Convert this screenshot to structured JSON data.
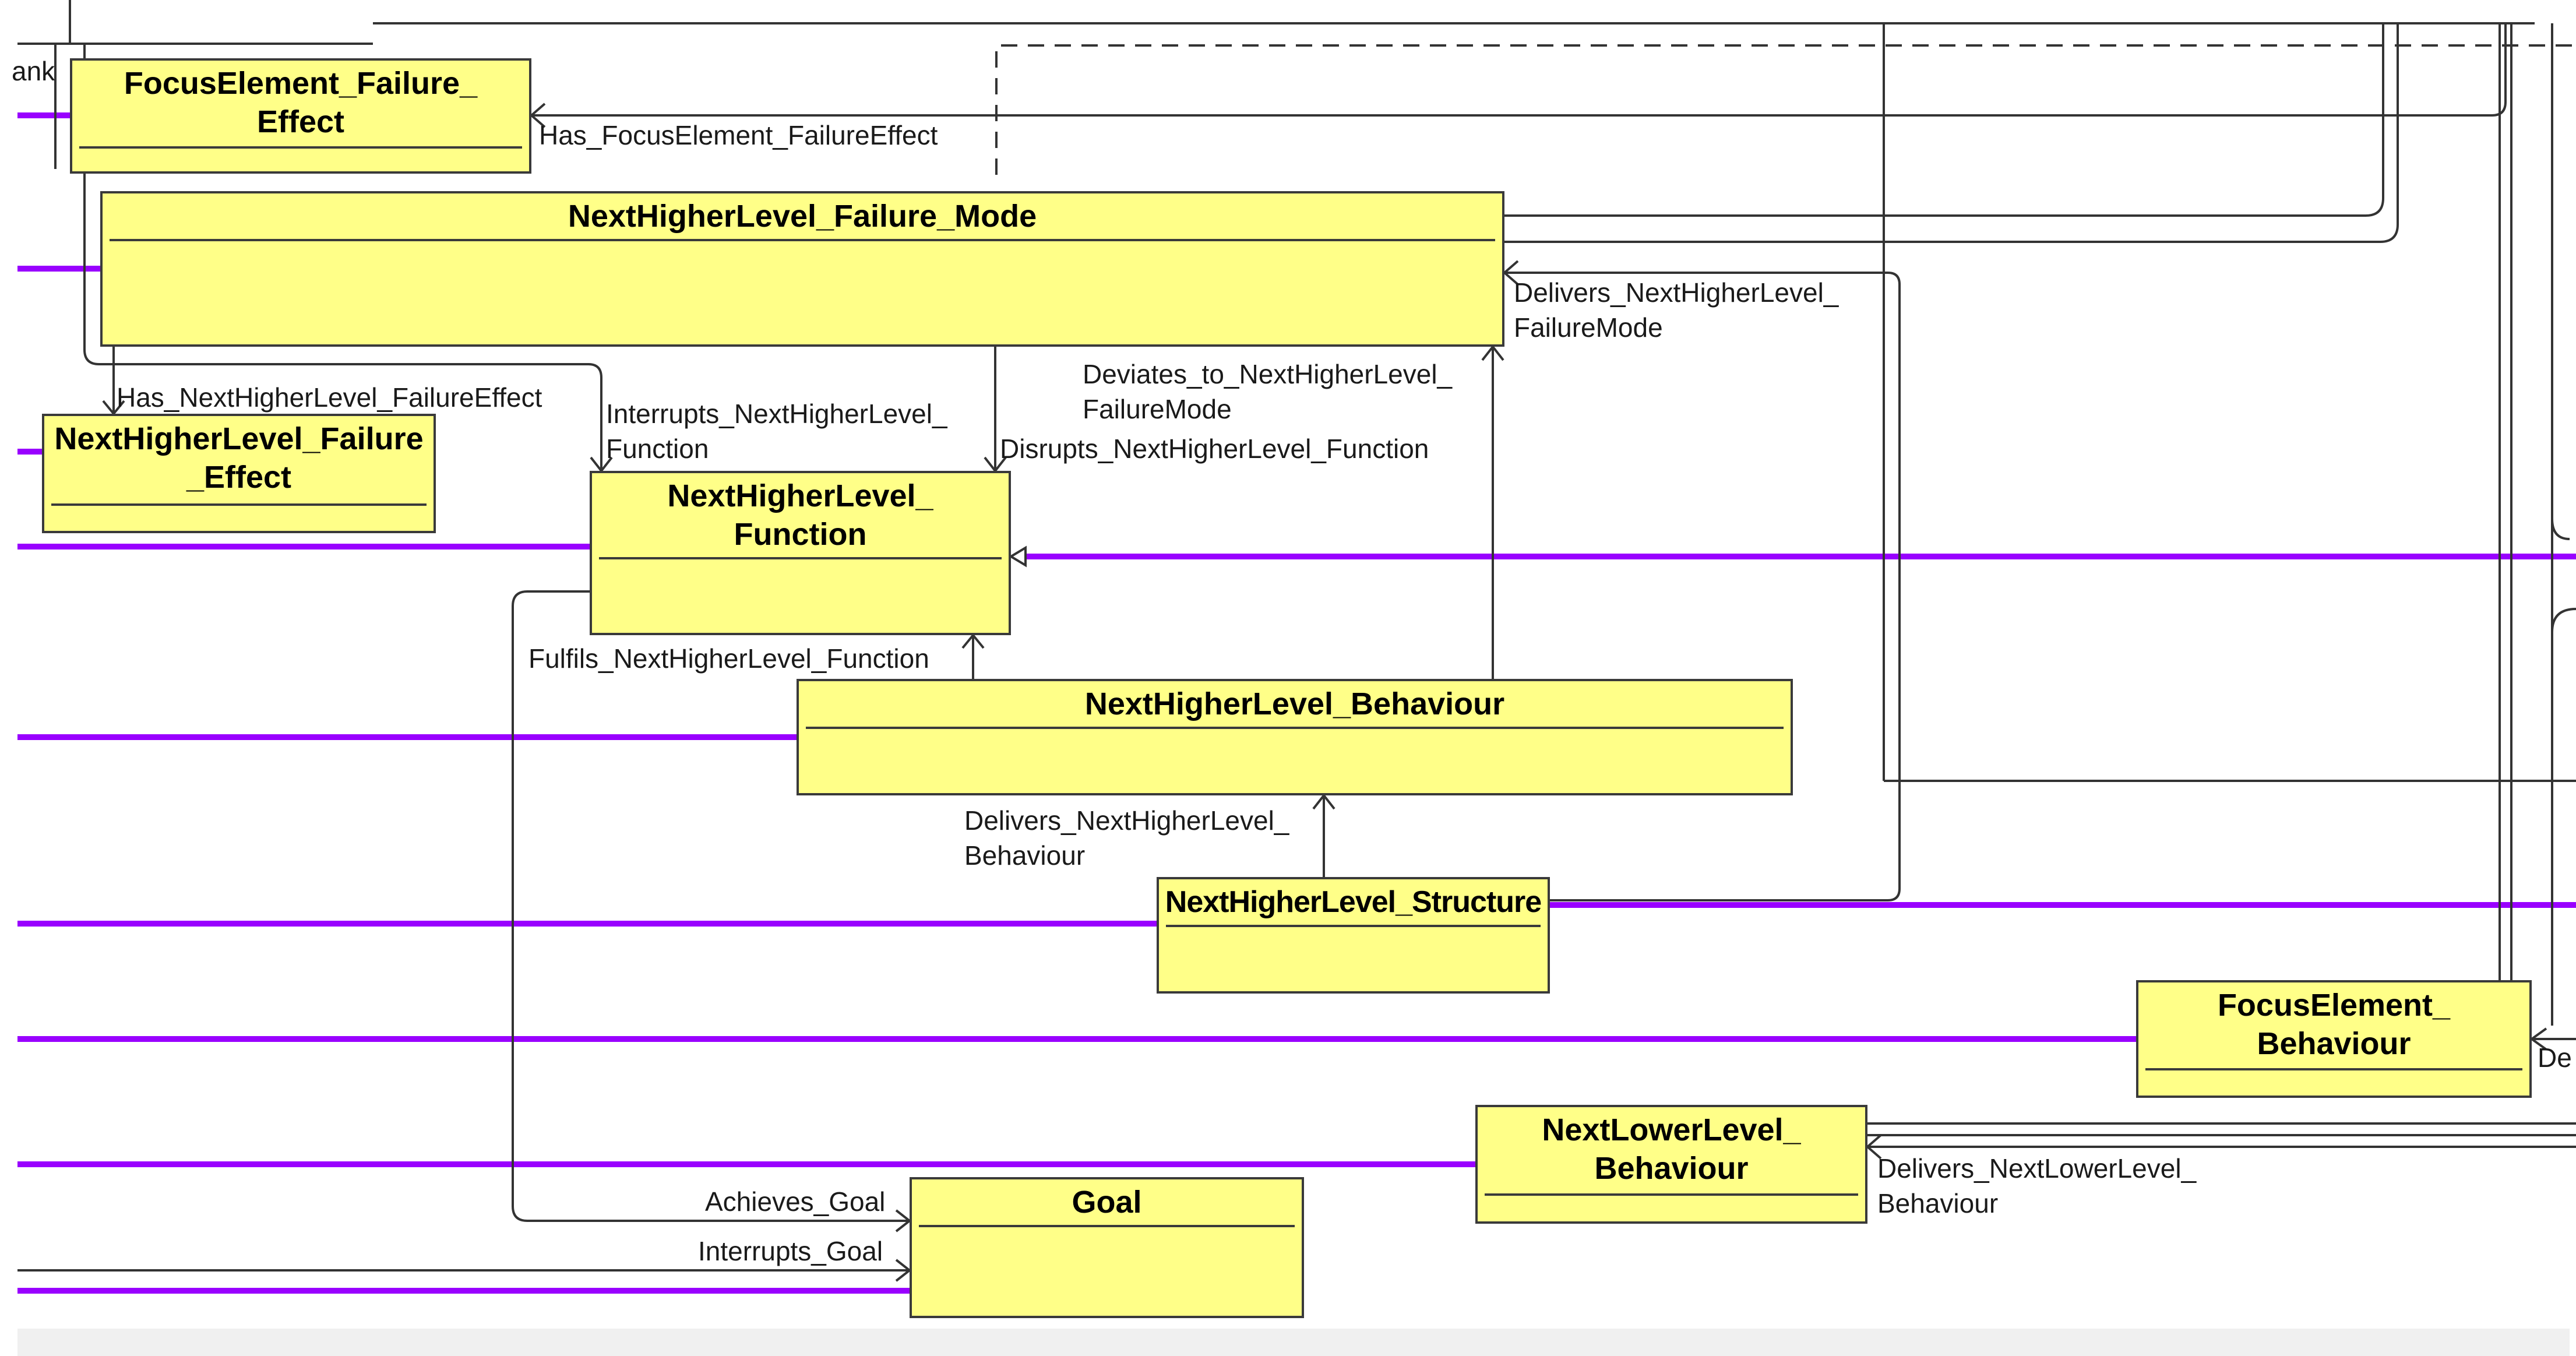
{
  "colors": {
    "class_fill": "#ffff88",
    "class_border": "#3a3a3a",
    "association_line": "#9900ff",
    "connector": "#333333"
  },
  "classes": {
    "focus_failure_effect": {
      "line1": "FocusElement_Failure_",
      "line2": "Effect"
    },
    "nhl_failure_mode": {
      "line1": "NextHigherLevel_Failure_Mode"
    },
    "nhl_failure_effect": {
      "line1": "NextHigherLevel_Failure",
      "line2": "_Effect"
    },
    "nhl_function": {
      "line1": "NextHigherLevel_",
      "line2": "Function"
    },
    "nhl_behaviour": {
      "line1": "NextHigherLevel_Behaviour"
    },
    "nhl_structure": {
      "line1": "NextHigherLevel_Structure"
    },
    "focus_behaviour": {
      "line1": "FocusElement_",
      "line2": "Behaviour"
    },
    "nll_behaviour": {
      "line1": "NextLowerLevel_",
      "line2": "Behaviour"
    },
    "goal": {
      "line1": "Goal"
    }
  },
  "labels": {
    "has_focus_failure_effect": "Has_FocusElement_FailureEffect",
    "has_nhl_failure_effect": "Has_NextHigherLevel_FailureEffect",
    "interrupts_nhl_function_1": "Interrupts_NextHigherLevel_",
    "interrupts_nhl_function_2": "Function",
    "deviates_1": "Deviates_to_NextHigherLevel_",
    "deviates_2": "FailureMode",
    "disrupts": "Disrupts_NextHigherLevel_Function",
    "delivers_failuremode_1": "Delivers_NextHigherLevel_",
    "delivers_failuremode_2": "FailureMode",
    "fulfils": "Fulfils_NextHigherLevel_Function",
    "delivers_behaviour_1": "Delivers_NextHigherLevel_",
    "delivers_behaviour_2": "Behaviour",
    "achieves_goal": "Achieves_Goal",
    "interrupts_goal": "Interrupts_Goal",
    "delivers_nll_1": "Delivers_NextLowerLevel_",
    "delivers_nll_2": "Behaviour",
    "left_cut": "ank",
    "right_cut": "De"
  }
}
